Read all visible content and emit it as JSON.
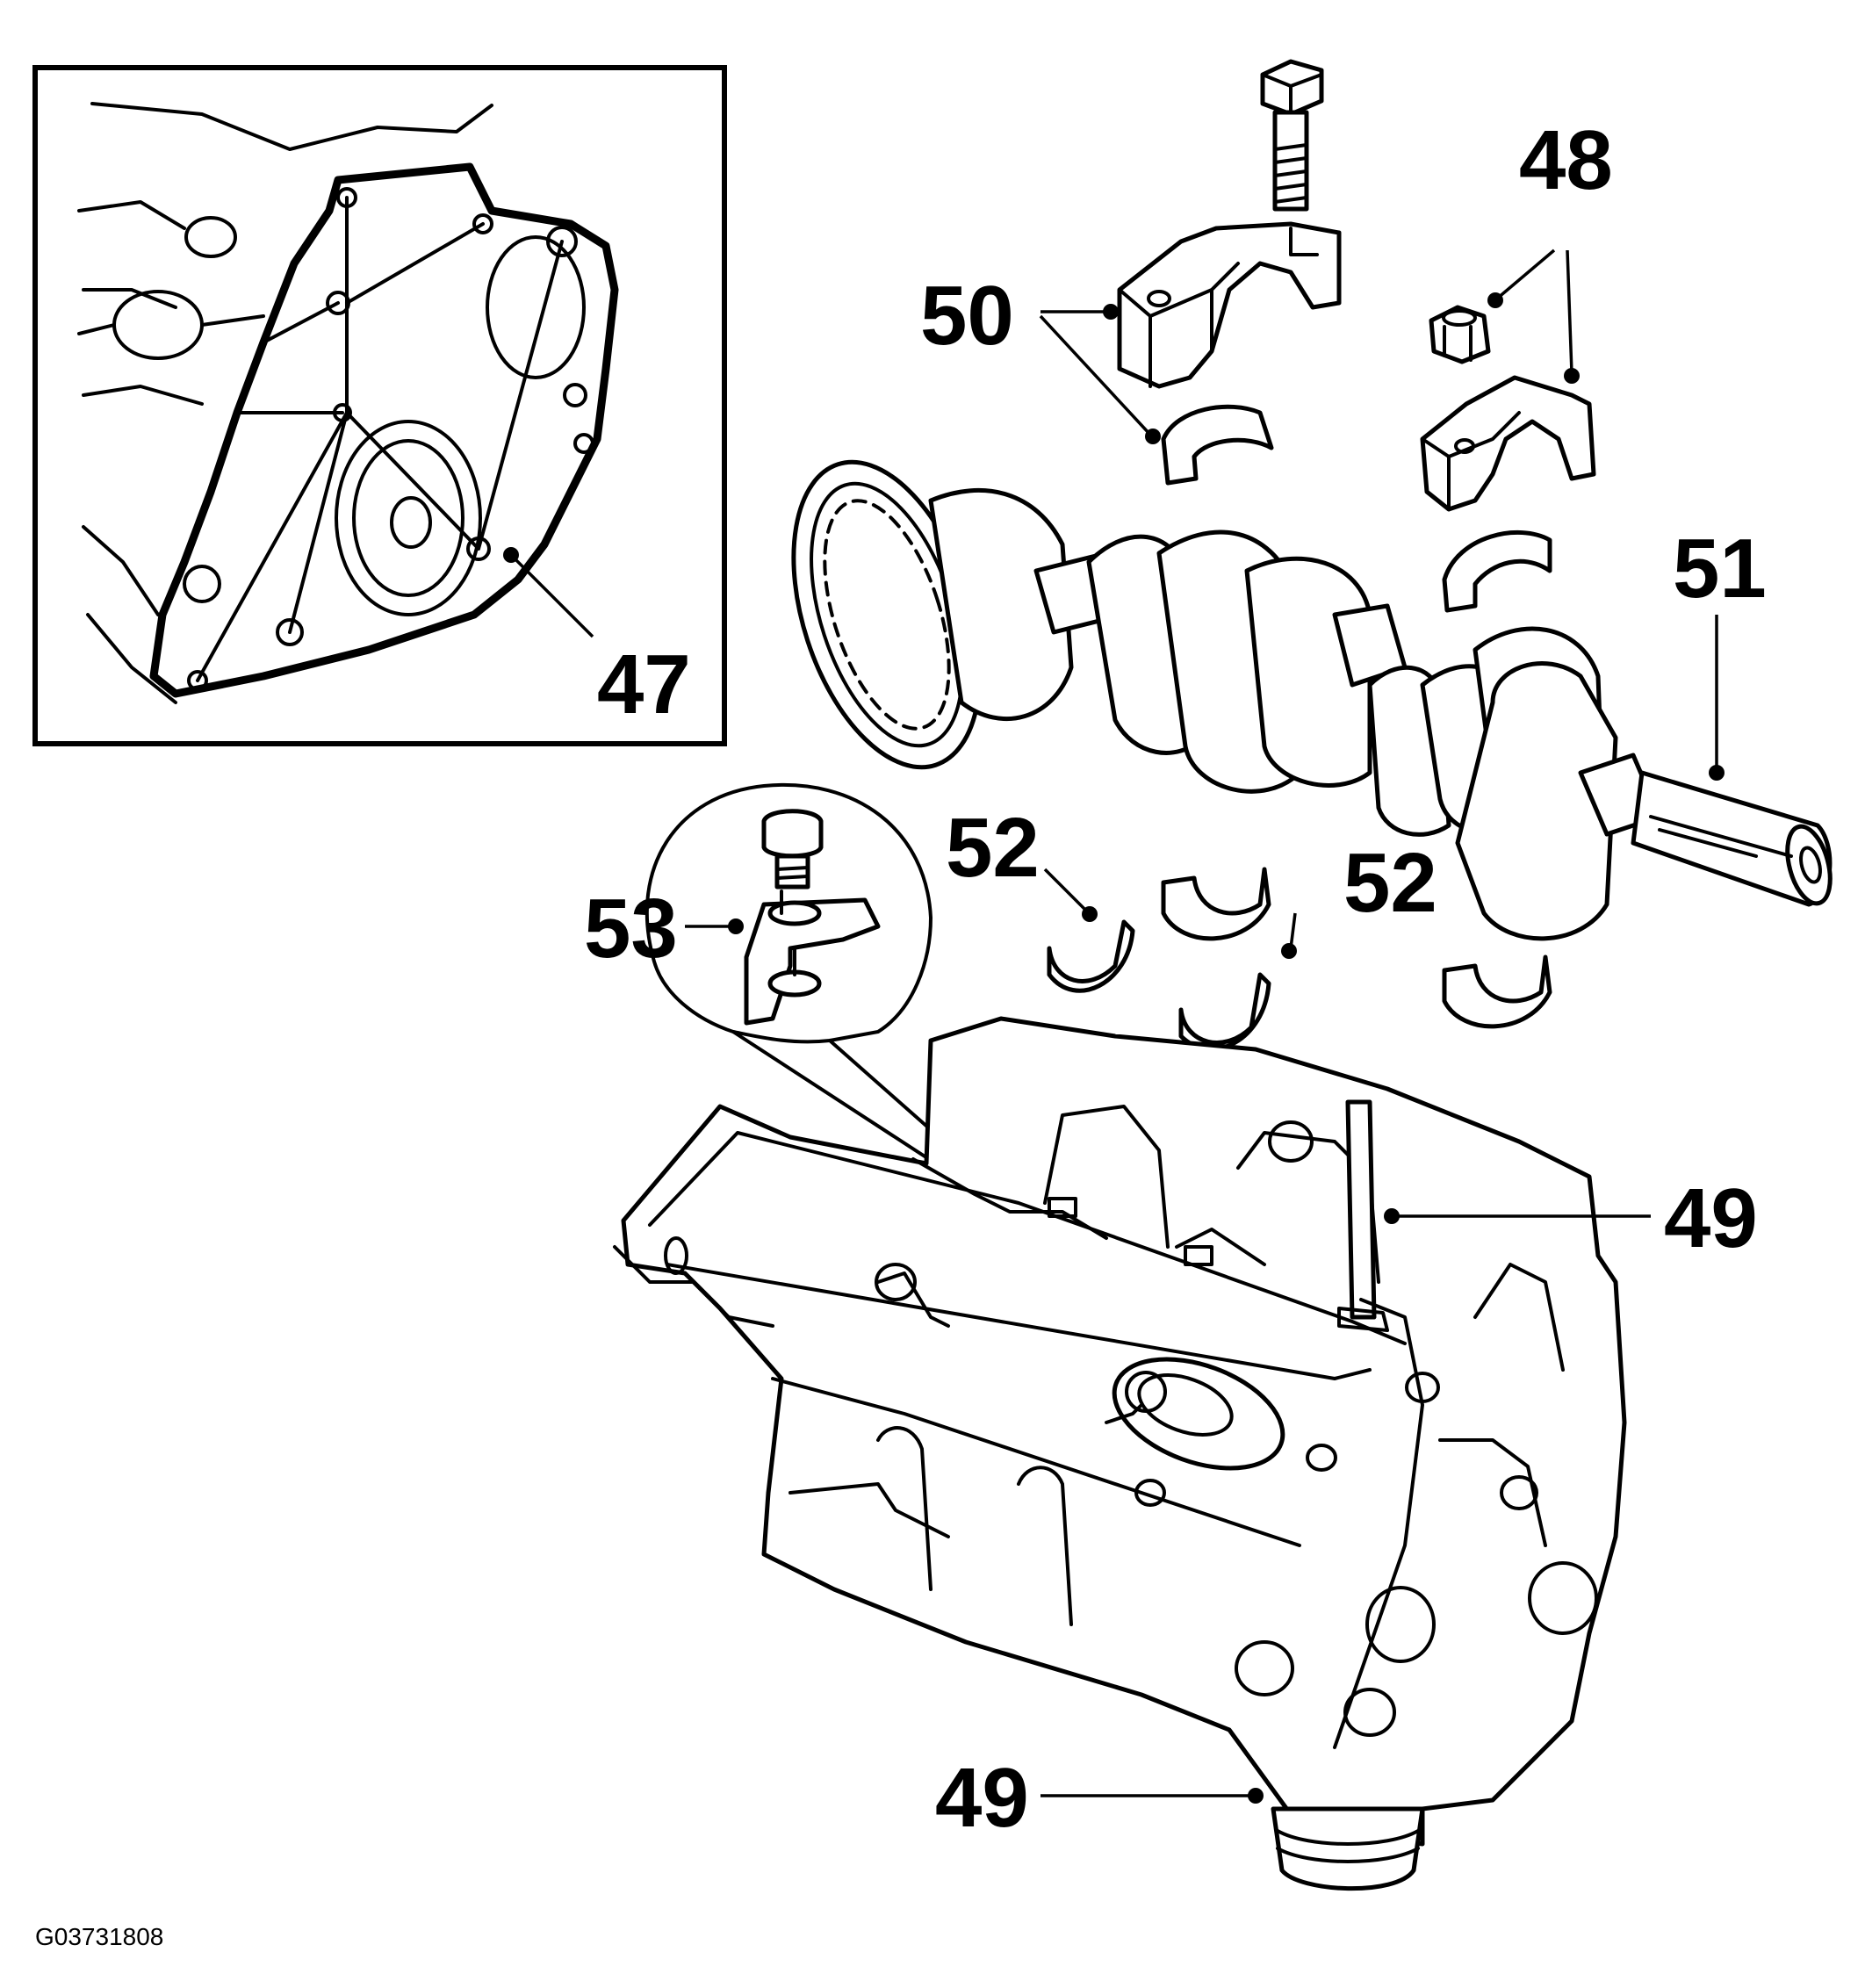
{
  "figure_id": "G03731808",
  "callouts": {
    "c47": "47",
    "c48": "48",
    "c49a": "49",
    "c49b": "49",
    "c50": "50",
    "c51": "51",
    "c52a": "52",
    "c52b": "52",
    "c53": "53"
  },
  "colors": {
    "ink": "#000000",
    "paper": "#ffffff"
  }
}
